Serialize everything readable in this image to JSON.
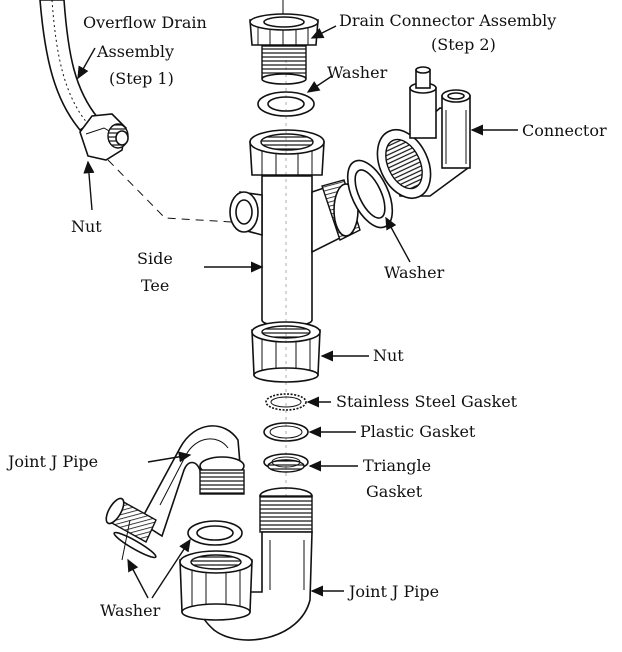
{
  "labels": {
    "overflow_drain_1": "Overflow Drain",
    "overflow_drain_2": "Assembly",
    "overflow_drain_3": "(Step 1)",
    "drain_connector_1": "Drain Connector Assembly",
    "drain_connector_2": "(Step 2)",
    "washer_top": "Washer",
    "connector": "Connector",
    "nut_left": "Nut",
    "side_tee_1": "Side",
    "side_tee_2": "Tee",
    "washer_right": "Washer",
    "nut_middle": "Nut",
    "stainless_gasket": "Stainless Steel Gasket",
    "plastic_gasket": "Plastic Gasket",
    "triangle_gasket_1": "Triangle",
    "triangle_gasket_2": "Gasket",
    "joint_j_pipe_left": "Joint J Pipe",
    "joint_j_pipe_right": "Joint J Pipe",
    "washer_bottom": "Washer"
  },
  "colors": {
    "line": "#111111",
    "background": "#ffffff"
  }
}
